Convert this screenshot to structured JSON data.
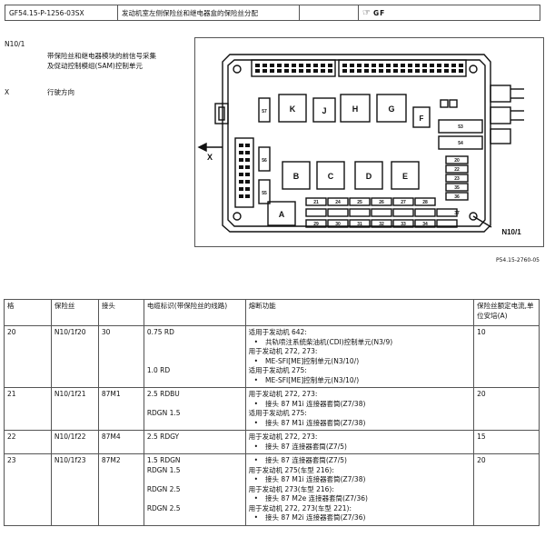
{
  "header": {
    "doc_code": "GF54.15-P-1256-03SX",
    "doc_title": "发动机室左侧保险丝和继电器盒的保险丝分配",
    "logo_text": "GF"
  },
  "legend": [
    {
      "key": "N10/1",
      "text": [
        "带保险丝和继电器模块的前信号采集",
        "及促动控制模组(SAM)控制单元"
      ]
    },
    {
      "key": "X",
      "text": [
        "行驶方向"
      ]
    }
  ],
  "diagram": {
    "relays_top": [
      "K",
      "J",
      "H",
      "G",
      "F"
    ],
    "relays_bottom": [
      "B",
      "C",
      "D",
      "E"
    ],
    "relay_a": "A",
    "label_x": "X",
    "label_module": "N10/1",
    "fuse_labels": [
      "57",
      "56",
      "55",
      "53",
      "54",
      "20",
      "22",
      "23",
      "35",
      "36",
      "37",
      "21",
      "24",
      "25",
      "26",
      "27",
      "28",
      "29",
      "30",
      "31",
      "32",
      "33",
      "34"
    ],
    "ref_code": "P54.15-2760-05"
  },
  "table": {
    "headers": [
      "格",
      "保险丝",
      "接头",
      "电缆标识(带保险丝的线路)",
      "熔断功能",
      "保险丝额定电流,单位安培(A)"
    ],
    "rows": [
      {
        "slot": "20",
        "fuse": "N10/1f20",
        "pin": "30",
        "cables": [
          "0.75 RD",
          "",
          "",
          "",
          "1.0 RD",
          ""
        ],
        "functions": [
          {
            "t": "适用于发动机 642:",
            "b": false,
            "u": false
          },
          {
            "t": "共轨喷注系统柴油机(CDI)控制单元(N3/9)",
            "b": true,
            "u": false
          },
          {
            "t": "用于发动机 272, 273:",
            "b": false,
            "u": false
          },
          {
            "t": "ME-SFI[ME]控制单元(N3/10/)",
            "b": true,
            "u": false
          },
          {
            "t": "适用于发动机 275:",
            "b": false,
            "u": false
          },
          {
            "t": "ME-SFI[ME]控制单元(N3/10/)",
            "b": true,
            "u": false
          }
        ],
        "amp": "10"
      },
      {
        "slot": "21",
        "fuse": "N10/1f21",
        "pin": "87M1",
        "cables": [
          "2.5 RDBU",
          "",
          "RDGN 1.5",
          ""
        ],
        "functions": [
          {
            "t": "用于发动机 272, 273:",
            "b": false,
            "u": false
          },
          {
            "t": "接头 87 M1i 连接器套筒(Z7/38)",
            "b": true,
            "u": false
          },
          {
            "t": "适用于发动机 275:",
            "b": false,
            "u": false
          },
          {
            "t": "接头 87 M1i 连接器套筒(Z7/38)",
            "b": true,
            "u": false
          }
        ],
        "amp": "20"
      },
      {
        "slot": "22",
        "fuse": "N10/1f22",
        "pin": "87M4",
        "cables": [
          "2.5 RDGY",
          ""
        ],
        "functions": [
          {
            "t": "用于发动机 272, 273:",
            "b": false,
            "u": false
          },
          {
            "t": "接头 87 连接器套筒(Z7/5)",
            "b": true,
            "u": false
          }
        ],
        "amp": "15"
      },
      {
        "slot": "23",
        "fuse": "N10/1f23",
        "pin": "87M2",
        "cables": [
          "1.5 RDGN",
          "RDGN 1.5",
          "",
          "RDGN 2.5",
          "",
          "RDGN 2.5",
          ""
        ],
        "functions": [
          {
            "t": "接头 87 连接器套筒(Z7/5)",
            "b": true,
            "u": false
          },
          {
            "t": "用于发动机 275(车型 216):",
            "b": false,
            "u": false
          },
          {
            "t": "接头 87 M1i 连接器套筒(Z7/38)",
            "b": true,
            "u": false
          },
          {
            "t": "用于发动机 273(车型 216):",
            "b": false,
            "u": false
          },
          {
            "t": "接头 87 M2e 连接器套筒(Z7/36)",
            "b": true,
            "u": false
          },
          {
            "t": "用于发动机 272, 273(车型 221):",
            "b": false,
            "u": false
          },
          {
            "t": "接头 87 M2i 连接器套筒(Z7/36)",
            "b": true,
            "u": false
          }
        ],
        "amp": "20"
      }
    ]
  }
}
